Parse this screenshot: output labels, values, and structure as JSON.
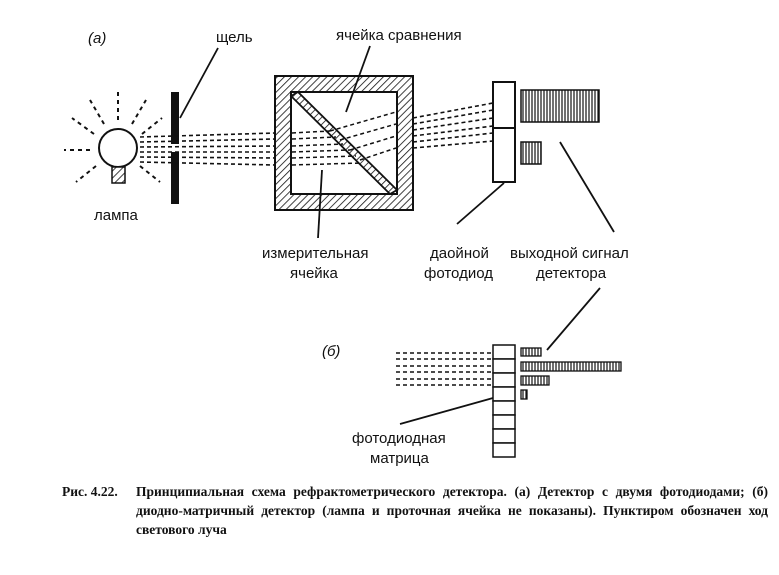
{
  "labels": {
    "part_a": "(а)",
    "part_b": "(б)",
    "slit": "щель",
    "reference_cell": "ячейка сравнения",
    "lamp": "лампа",
    "measuring_cell_line1": "измерительная",
    "measuring_cell_line2": "ячейка",
    "dual_photodiode_line1": "даойной",
    "dual_photodiode_line2": "фотодиод",
    "output_signal_line1": "выходной сигнал",
    "output_signal_line2": "детектора",
    "photodiode_array_line1": "фотодиодная",
    "photodiode_array_line2": "матрица"
  },
  "caption": {
    "number": "Рис. 4.22.",
    "text": "Принципиальная схема рефрактометрического детектора. (а) Детектор с двумя фотодиодами; (б) диодно-матричный детектор (лампа и проточная ячейка не показаны). Пунктиром обозначен ход светового луча"
  }
}
